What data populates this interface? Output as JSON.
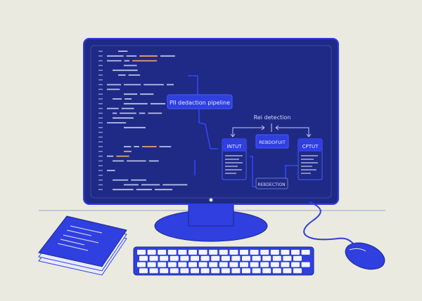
{
  "diagram": {
    "pipeline_label": "PII dedaction pipeline",
    "detection_label": "Rei detection",
    "input_label": "INTUT",
    "middle_label": "REBDOFUIT",
    "output_label": "CPTUT",
    "redaction_label": "REBDECTION"
  },
  "colors": {
    "screen": "#1e2a86",
    "accent": "#2f3fe0",
    "code_text": "#b9bfe6",
    "code_highlight": "#e8a36a",
    "background": "#ebeae0"
  }
}
